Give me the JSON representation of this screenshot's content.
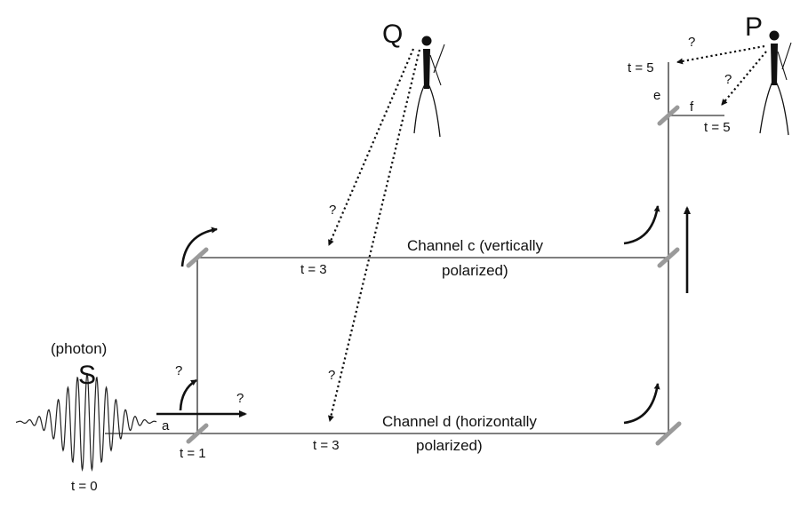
{
  "labels": {
    "source": "S",
    "photon": "(photon)",
    "observer_q": "Q",
    "observer_p": "P",
    "channel_c_line1": "Channel c (vertically",
    "channel_c_line2": "polarized)",
    "channel_d_line1": "Channel d (horizontally",
    "channel_d_line2": "polarized)",
    "path_a": "a",
    "path_e": "e",
    "path_f": "f",
    "t0": "t = 0",
    "t1": "t = 1",
    "t3_upper": "t = 3",
    "t3_lower": "t = 3",
    "t5_e": "t = 5",
    "t5_f": "t = 5",
    "question": "?"
  },
  "colors": {
    "beam_path": "#555555",
    "mirror": "#9a9a9a",
    "ink": "#111111"
  }
}
